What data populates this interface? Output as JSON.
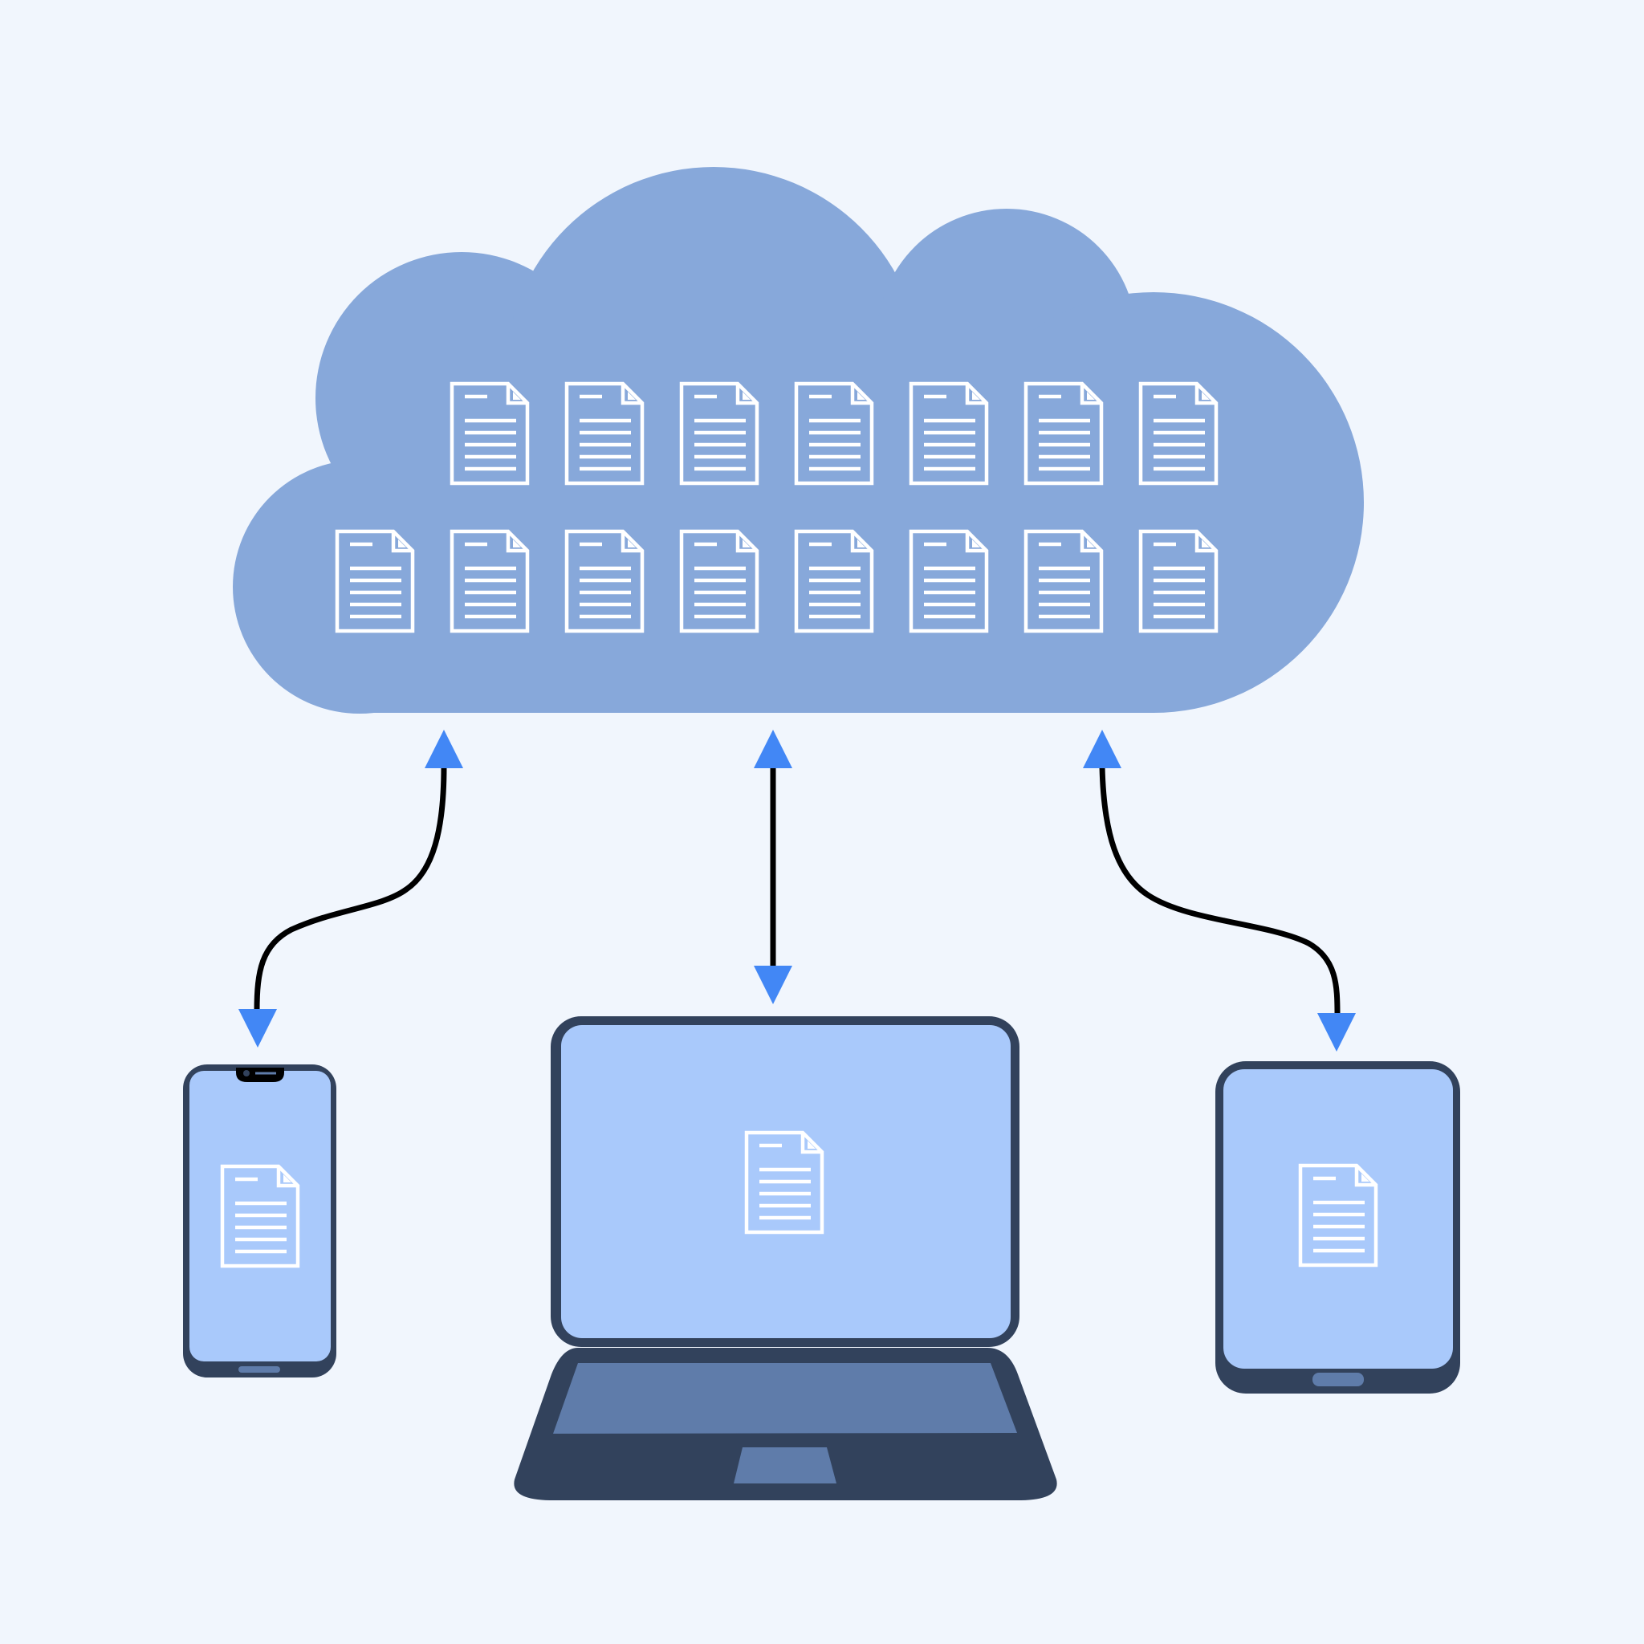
{
  "colors": {
    "background": "#f1f6fd",
    "cloud": "#87a8da",
    "document_stroke": "#ffffff",
    "device_frame": "#32425c",
    "device_screen": "#a9c9fb",
    "device_accent": "#5f7caa",
    "connector_line": "#000000",
    "arrowhead": "#4287f5"
  },
  "cloud": {
    "document_rows": [
      7,
      8
    ],
    "document_icon": "file-document-icon"
  },
  "devices": [
    {
      "id": "phone",
      "screen_icon": "file-document-icon"
    },
    {
      "id": "laptop",
      "screen_icon": "file-document-icon"
    },
    {
      "id": "tablet",
      "screen_icon": "file-document-icon"
    }
  ],
  "connections": [
    {
      "from": "cloud",
      "to": "phone",
      "direction": "bidirectional"
    },
    {
      "from": "cloud",
      "to": "laptop",
      "direction": "bidirectional"
    },
    {
      "from": "cloud",
      "to": "tablet",
      "direction": "bidirectional"
    }
  ]
}
